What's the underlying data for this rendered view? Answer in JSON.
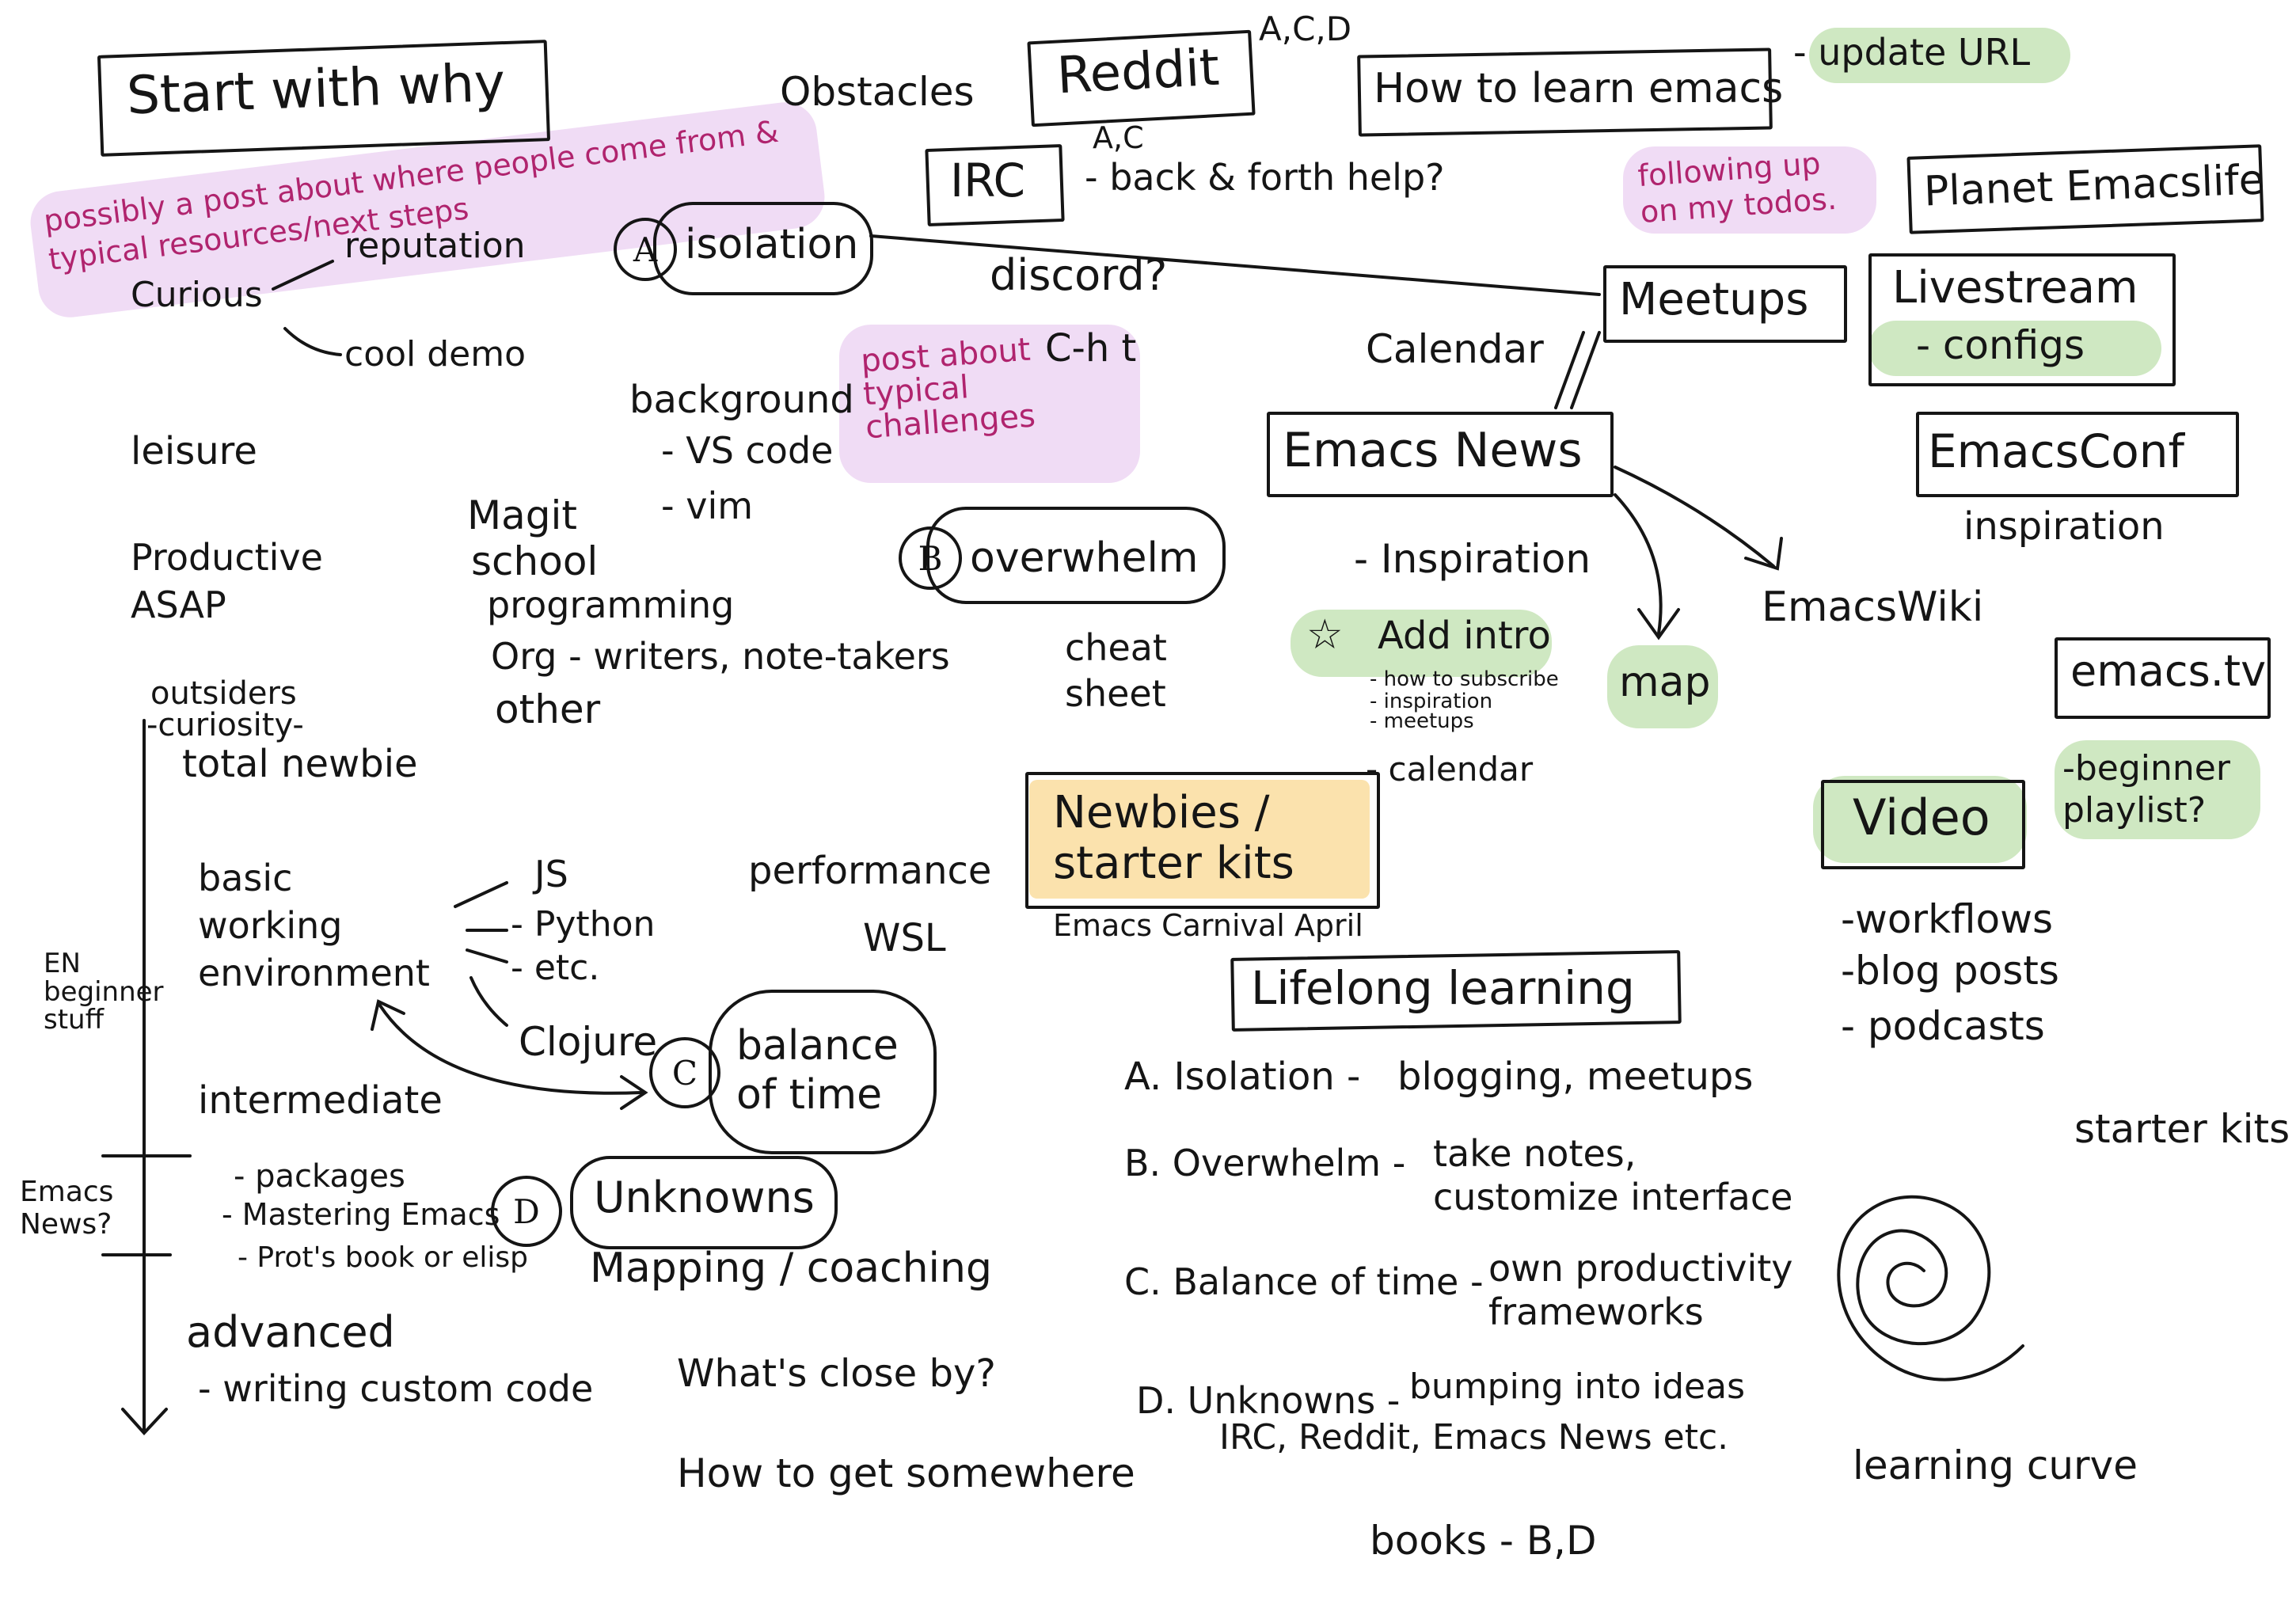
{
  "headings": {
    "start_with_why": "Start with why",
    "obstacles": "Obstacles",
    "reddit": "Reddit",
    "reddit_tags": "A,C,D",
    "irc": "IRC",
    "irc_tags": "A,C",
    "irc_note": "- back & forth help?",
    "how_to_learn": "How to learn emacs",
    "update_url": "- update URL",
    "planet": "Planet Emacslife",
    "meetups": "Meetups",
    "livestream": "Livestream",
    "configs": "- configs",
    "emacs_news": "Emacs News",
    "emacsconf": "EmacsConf",
    "emacs_tv": "emacs.tv",
    "video": "Video",
    "newbies": "Newbies / starter kits",
    "lifelong": "Lifelong learning"
  },
  "pink_notes": {
    "possibly": "possibly a post about where people come from & typical resources/next steps",
    "post_about": "post about typical challenges",
    "following": "following up on my todos."
  },
  "left": {
    "curious": "Curious",
    "reputation": "reputation",
    "cool_demo": "cool demo",
    "leisure": "leisure",
    "productive": "Productive ASAP",
    "outsiders": "outsiders",
    "curiosity": "-curiosity-",
    "total_newbie": "total newbie",
    "basic": "basic working environment",
    "js": "JS",
    "python": "- Python",
    "etc": "- etc.",
    "clojure": "Clojure",
    "intermediate": "intermediate",
    "packages": "- packages",
    "mastering": "- Mastering Emacs",
    "prot": "- Prot's book or elisp",
    "advanced": "advanced",
    "writing": "- writing custom code",
    "en_beginner": "EN beginner stuff",
    "emacs_news_q": "Emacs News?"
  },
  "center": {
    "isolation": "isolation",
    "discord": "discord?",
    "background": "background",
    "vscode": "- VS code",
    "vim": "- vim",
    "magit": "Magit",
    "school": "school",
    "programming": "programming",
    "org": "Org - writers, note-takers",
    "other": "other",
    "overwhelm": "overwhelm",
    "cheat_sheet": "cheat sheet",
    "cht": "C-h t",
    "performance": "performance",
    "wsl": "WSL",
    "balance": "balance of time",
    "unknowns": "Unknowns",
    "mapping": "Mapping / coaching",
    "whats_close": "What's close by?",
    "how_to_get": "How to get somewhere"
  },
  "circle_letters": {
    "a": "A",
    "b": "B",
    "c": "C",
    "d": "D"
  },
  "right": {
    "calendar": "Calendar",
    "inspiration": "- Inspiration",
    "add_intro": "Add intro",
    "how_subscribe": "- how to subscribe",
    "inspiration_small": "- inspiration",
    "meetups_small": "- meetups",
    "calendar_small": "- calendar",
    "map": "map",
    "emacswiki": "EmacsWiki",
    "inspiration2": "inspiration",
    "beginner_playlist": "-beginner playlist?",
    "workflows": "-workflows",
    "blog_posts": "-blog posts",
    "podcasts": "- podcasts",
    "starter_kits": "starter kits",
    "learning_curve": "learning curve",
    "emacs_carnival": "Emacs Carnival April"
  },
  "lifelong_items": [
    {
      "left": "A. Isolation -",
      "right": "blogging, meetups"
    },
    {
      "left": "B. Overwhelm -",
      "right": "take notes, customize interface"
    },
    {
      "left": "C. Balance of time -",
      "right": "own productivity frameworks"
    },
    {
      "left": "D. Unknowns -",
      "right": "bumping into ideas IRC, Reddit, Emacs News etc."
    }
  ],
  "books": "books - B,D",
  "star_icon": "star-icon",
  "colors": {
    "ink": "#151515",
    "pink": "#b0246e",
    "pink_highlight": "#f0dcf5",
    "green_highlight": "#cfe8c2",
    "yellow_highlight": "#fbe2ad"
  }
}
